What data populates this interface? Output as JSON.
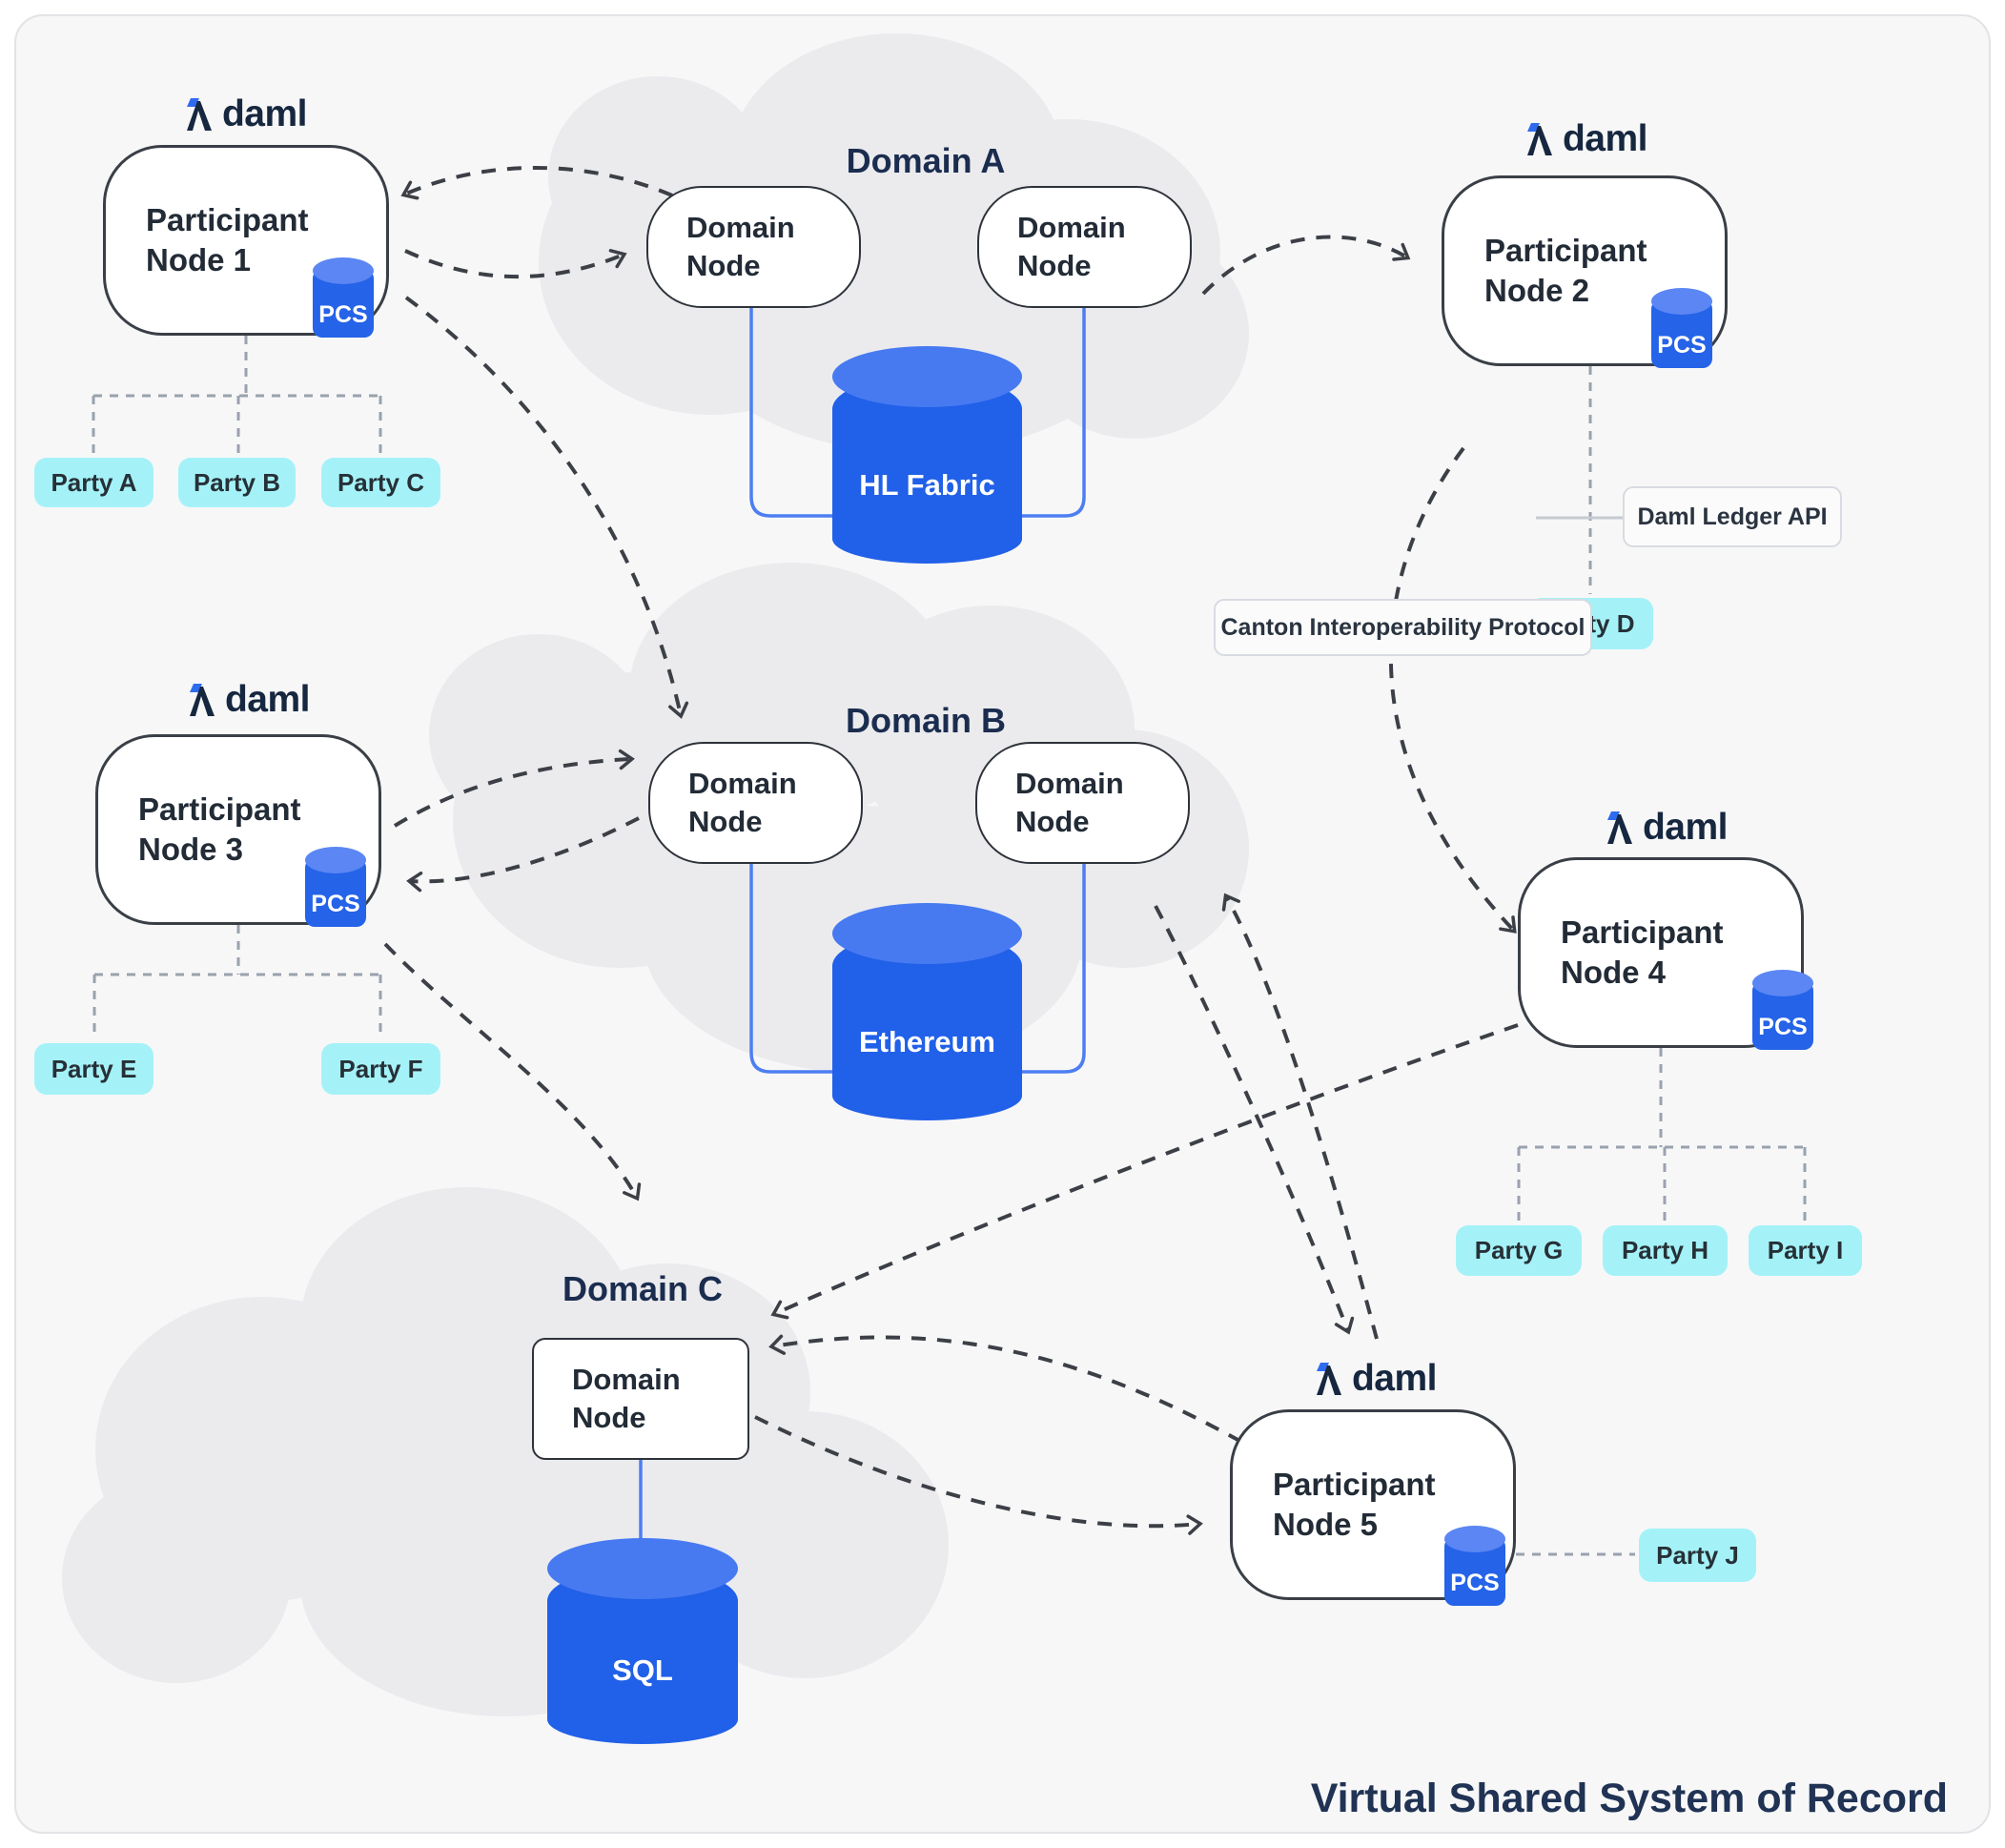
{
  "brand": {
    "name": "daml"
  },
  "participants": [
    {
      "label": "Participant Node 1"
    },
    {
      "label": "Participant Node 2"
    },
    {
      "label": "Participant Node 3"
    },
    {
      "label": "Participant Node 4"
    },
    {
      "label": "Participant Node 5"
    }
  ],
  "domains": [
    {
      "title": "Domain A",
      "nodes": [
        "Domain Node",
        "Domain Node"
      ],
      "ledger": "HL Fabric"
    },
    {
      "title": "Domain B",
      "nodes": [
        "Domain Node",
        "Domain Node"
      ],
      "ledger": "Ethereum"
    },
    {
      "title": "Domain C",
      "nodes": [
        "Domain Node"
      ],
      "ledger": "SQL"
    }
  ],
  "parties": [
    "Party A",
    "Party B",
    "Party C",
    "Party D",
    "Party E",
    "Party F",
    "Party G",
    "Party H",
    "Party I",
    "Party J"
  ],
  "badge": {
    "pcs": "PCS"
  },
  "annotations": {
    "canton": "Canton Interoperability Protocol",
    "ledger_api": "Daml Ledger API"
  },
  "footer": {
    "title": "Virtual Shared System of Record"
  },
  "colors": {
    "card_bg": "#f7f7f8",
    "cloud": "#ebebee",
    "cylinder_body": "#2160e8",
    "cylinder_top": "#477af1",
    "party_bg": "#a4f2f8",
    "navy": "#1b2d4f",
    "arrow": "#3c4046",
    "bracket": "#99a2ad",
    "blue_line": "#4d7ef2"
  }
}
